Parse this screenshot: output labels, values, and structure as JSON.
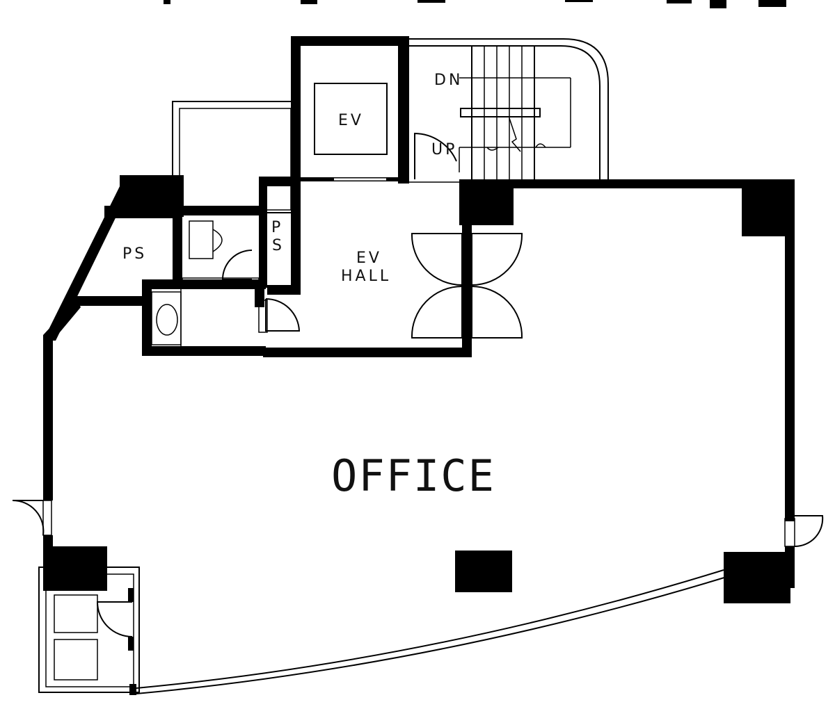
{
  "rooms": {
    "office": "OFFICE",
    "ev": "EV",
    "ev_hall_line1": "EV",
    "ev_hall_line2": "HALL",
    "ps_left": "PS",
    "ps_vertical_1": "P",
    "ps_vertical_2": "S",
    "stair_down": "DN",
    "stair_up": "UP"
  }
}
